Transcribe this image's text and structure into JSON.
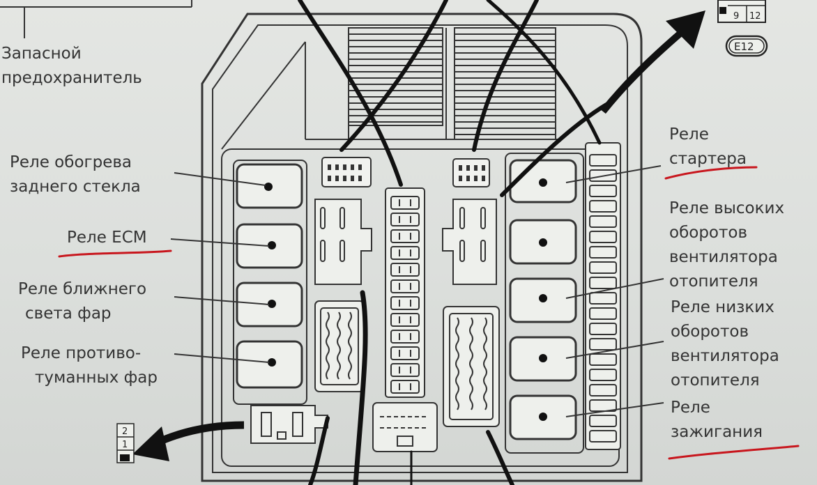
{
  "labels": {
    "spare_fuse": [
      "Запасной",
      "предохранитель"
    ],
    "rear_defogger_relay": [
      "Реле обогрева",
      "заднего стекла"
    ],
    "ecm_relay": [
      "Реле ECM"
    ],
    "low_beam_relay": [
      "Реле ближнего",
      "света фар"
    ],
    "fog_lamp_relay": [
      "Реле противо-",
      "туманных фар"
    ],
    "starter_relay": [
      "Реле",
      "стартера"
    ],
    "blower_high_relay": [
      "Реле высоких",
      "оборотов",
      "вентилятора",
      "отопителя"
    ],
    "blower_low_relay": [
      "Реле низких",
      "оборотов",
      "вентилятора",
      "отопителя"
    ],
    "ignition_relay": [
      "Реле",
      "зажигания"
    ]
  },
  "connector_code": "E12",
  "pin_numbers_top": [
    "9",
    "12"
  ],
  "pin_numbers_bottom": [
    "2",
    "1"
  ],
  "colors": {
    "ink": "#2a2a2a",
    "underline": "#c8161d",
    "background": "#dcdfdc"
  },
  "icons": [
    "arrow-icon",
    "relay-icon",
    "fuse-icon",
    "connector-icon"
  ]
}
